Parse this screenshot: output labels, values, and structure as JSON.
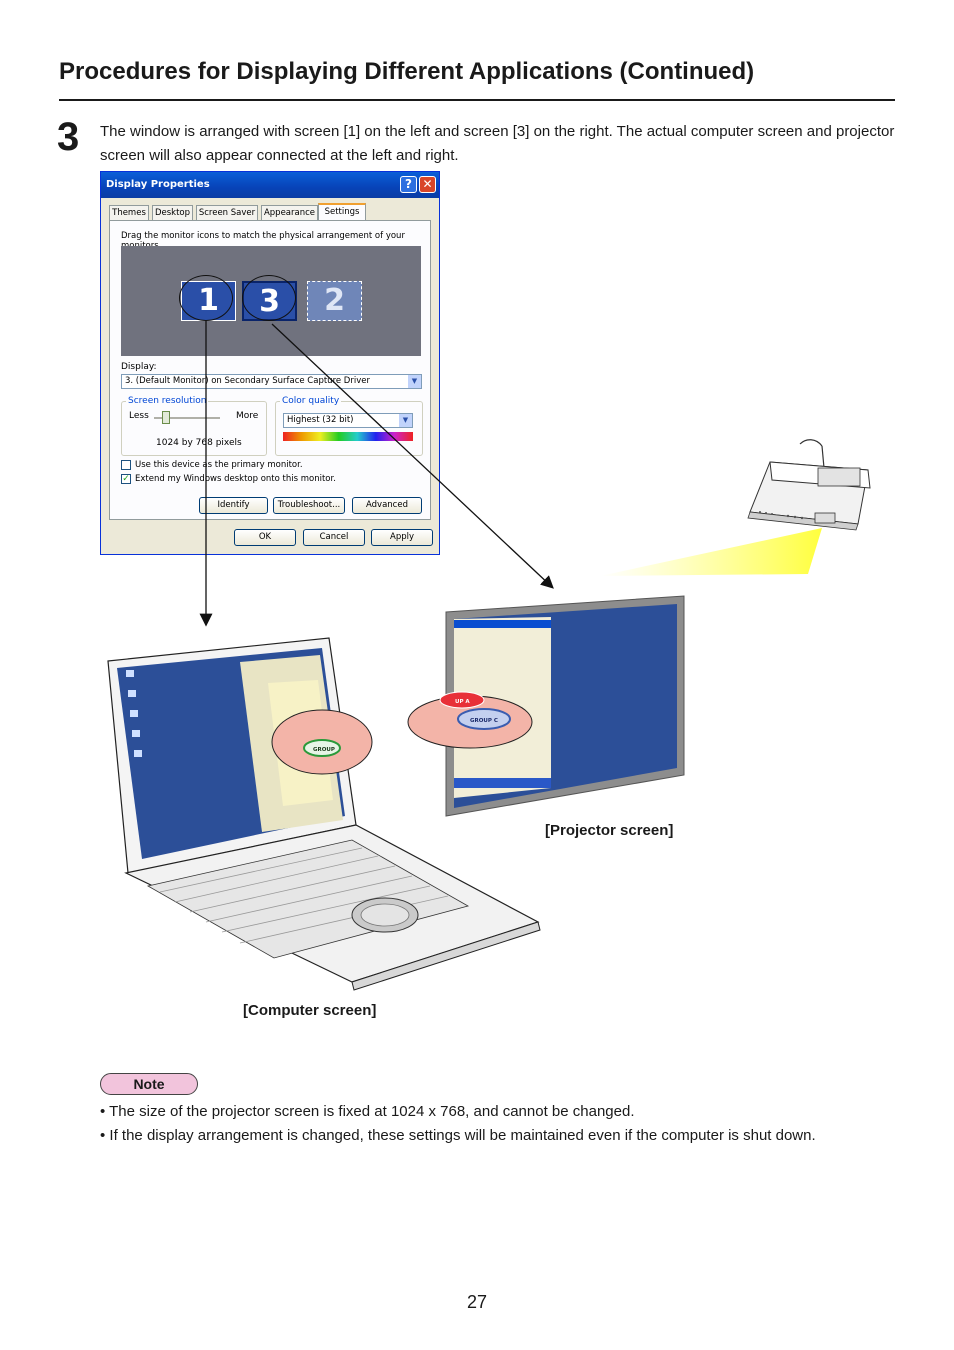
{
  "page": {
    "title": "Procedures for Displaying Different Applications (Continued)",
    "step_number": "3",
    "step_text": "The window is arranged with screen [1] on the left and screen [3] on the right. The actual computer screen and projector screen will also appear connected at the left and right.",
    "page_number": "27"
  },
  "dialog": {
    "title": "Display Properties",
    "help_glyph": "?",
    "close_glyph": "✕",
    "tabs": [
      "Themes",
      "Desktop",
      "Screen Saver",
      "Appearance",
      "Settings"
    ],
    "active_tab": "Settings",
    "instruction": "Drag the monitor icons to match the physical arrangement of your monitors.",
    "monitors": [
      "1",
      "3",
      "2"
    ],
    "display_label": "Display:",
    "display_value": "3. (Default Monitor) on Secondary Surface Capture Driver",
    "screen_resolution": {
      "title": "Screen resolution",
      "less": "Less",
      "more": "More",
      "value": "1024 by 768 pixels"
    },
    "color_quality": {
      "title": "Color quality",
      "value": "Highest (32 bit)"
    },
    "checkbox_primary": {
      "label": "Use this device as the primary monitor.",
      "checked": false
    },
    "checkbox_extend": {
      "label": "Extend my Windows desktop onto this monitor.",
      "checked": true
    },
    "buttons": {
      "identify": "Identify",
      "troubleshoot": "Troubleshoot...",
      "advanced": "Advanced",
      "ok": "OK",
      "cancel": "Cancel",
      "apply": "Apply"
    }
  },
  "captions": {
    "projector": "[Projector screen]",
    "computer": "[Computer screen]"
  },
  "illustration_labels": {
    "group_a": "UP A",
    "group_c": "GROUP C",
    "group_laptop": "GROUP"
  },
  "note": {
    "label": "Note",
    "items": [
      "• The size of the projector screen is fixed at 1024 x 768, and cannot be changed.",
      "• If the display arrangement is changed, these settings will be maintained even if the computer is shut down."
    ]
  },
  "colors": {
    "desktop_blue": "#2c4f98",
    "note_badge": "#f2c4dc",
    "xp_titlebar": "#0a5fd8"
  }
}
